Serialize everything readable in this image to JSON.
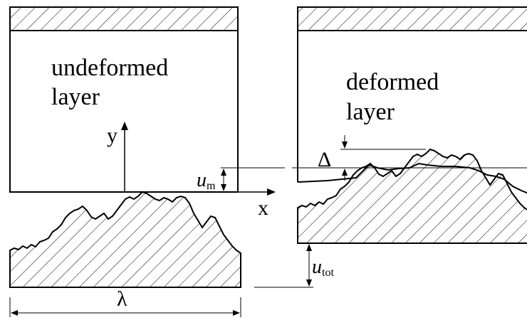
{
  "labels": {
    "left_layer_line1": "undeformed",
    "left_layer_line2": "layer",
    "right_layer_line1": "deformed",
    "right_layer_line2": "layer",
    "y_axis": "y",
    "x_axis": "x",
    "u_m_main": "u",
    "u_m_sub": "m",
    "u_tot_main": "u",
    "u_tot_sub": "tot",
    "delta": "Δ",
    "lambda": "λ"
  }
}
